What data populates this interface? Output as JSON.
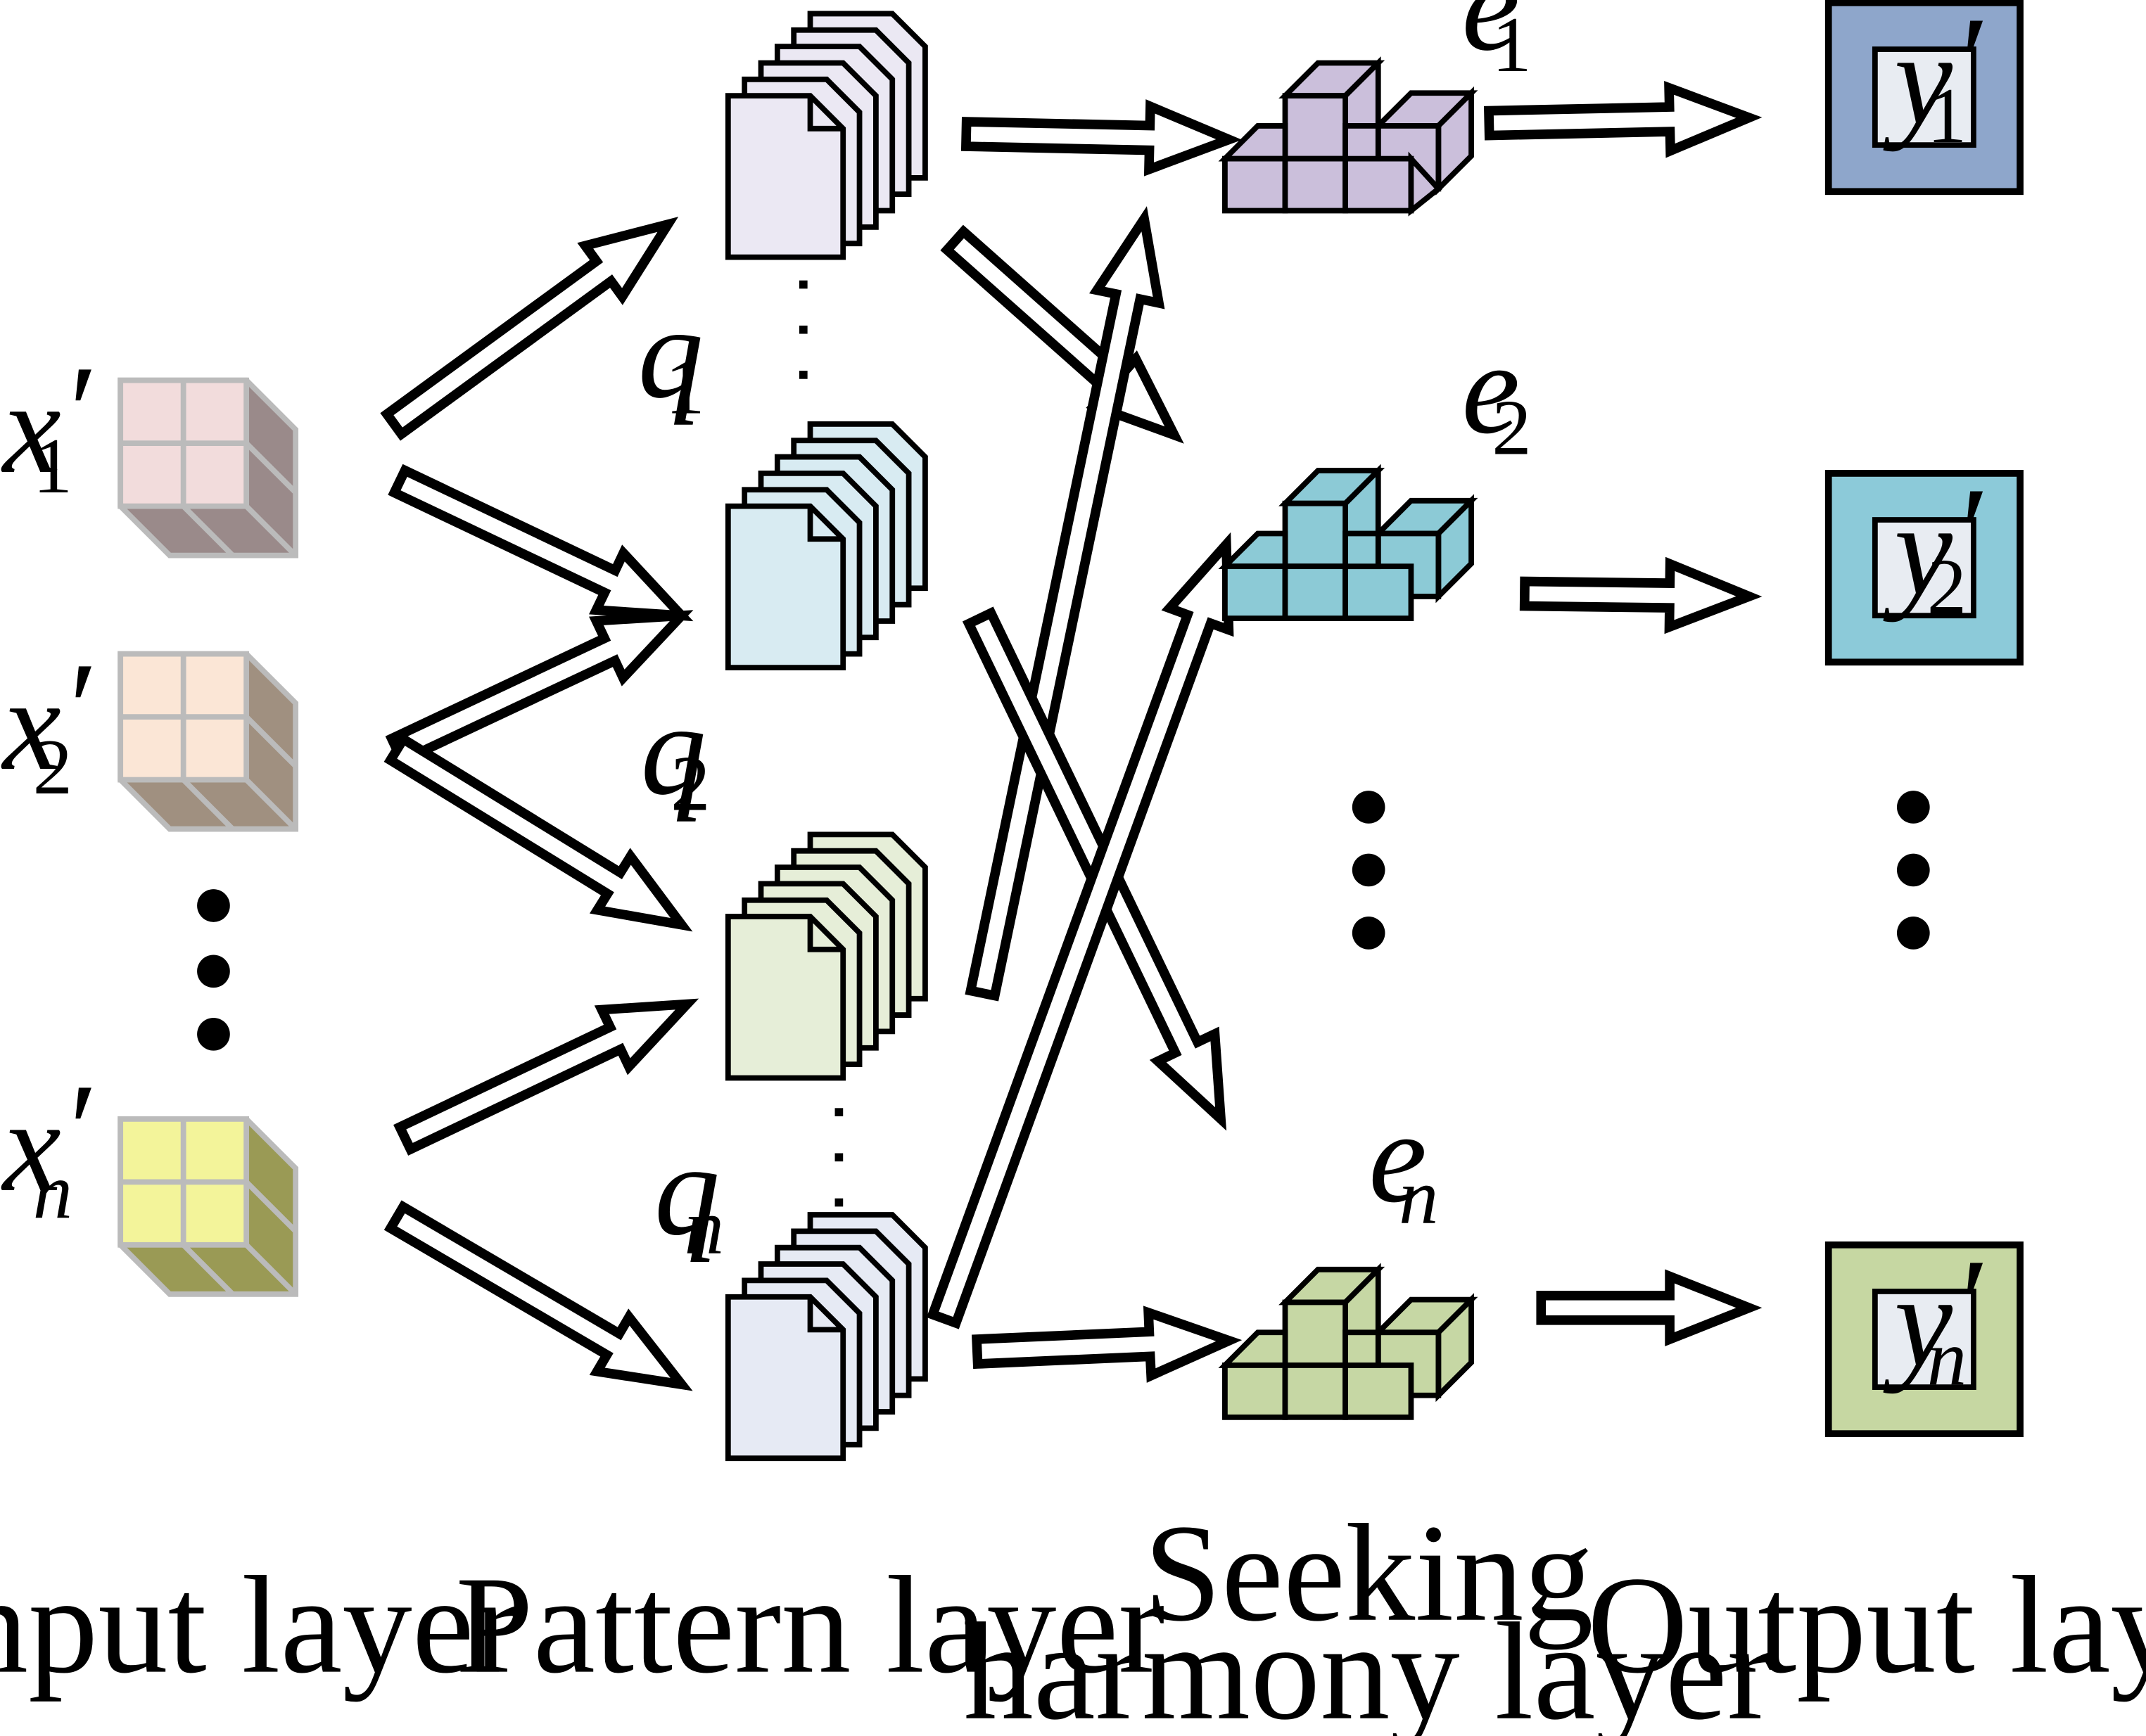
{
  "colors": {
    "input_cells": [
      "#f2dcdc",
      "#fbe6d6",
      "#f3f49a"
    ],
    "input_sides": [
      "#9a8a8a",
      "#a09080",
      "#9a9a55"
    ],
    "pattern_fills": [
      "#ebe8f3",
      "#d8ebf2",
      "#e6eed8",
      "#e6eaf4"
    ],
    "harmony_fills": [
      "#cbbfdb",
      "#8ccad6",
      "#c6d7a4"
    ],
    "output_outer": [
      "#8ea6cb",
      "#8ccad9",
      "#c6d7a2"
    ],
    "output_inner": "#e8ecf2"
  },
  "input_layer": {
    "caption": "Input layer",
    "nodes": [
      {
        "var": "x",
        "sub": "1",
        "prime": "′"
      },
      {
        "var": "x",
        "sub": "2",
        "prime": "′"
      },
      {
        "var": "x",
        "sub": "n",
        "prime": "′"
      }
    ]
  },
  "pattern_layer": {
    "caption": "Pattern layer",
    "labels": [
      {
        "var": "q",
        "sub": "1"
      },
      {
        "var": "q",
        "sub": "2"
      },
      {
        "var": "q",
        "sub": "n"
      }
    ]
  },
  "harmony_layer": {
    "caption_line1": "Seeking",
    "caption_line2": "harmony layer",
    "nodes": [
      {
        "var": "e",
        "sub": "1"
      },
      {
        "var": "e",
        "sub": "2"
      },
      {
        "var": "e",
        "sub": "n"
      }
    ]
  },
  "output_layer": {
    "caption": "Output layer",
    "nodes": [
      {
        "var": "y",
        "sub": "1",
        "prime": "′"
      },
      {
        "var": "y",
        "sub": "2",
        "prime": "′"
      },
      {
        "var": "y",
        "sub": "n",
        "prime": "′"
      }
    ]
  }
}
